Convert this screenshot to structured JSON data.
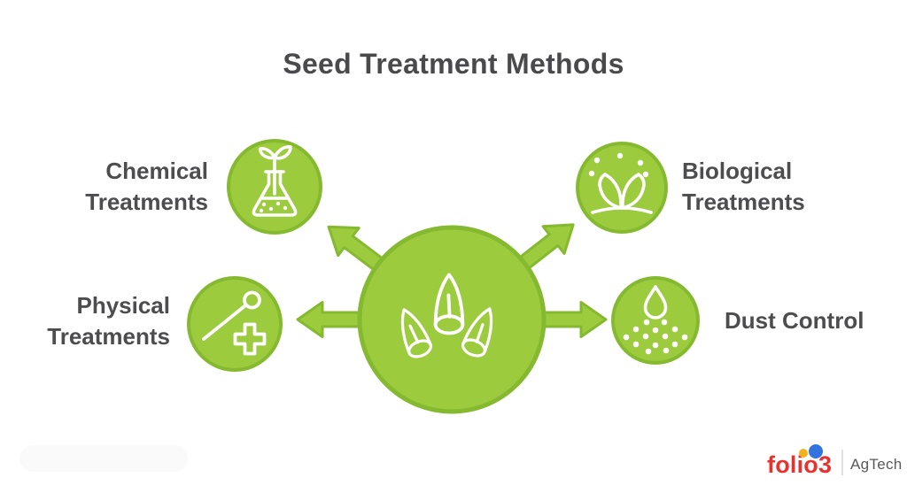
{
  "title": "Seed Treatment Methods",
  "diagram": {
    "center": {
      "icon": "seeds-icon"
    },
    "nodes": {
      "chemical": {
        "line1": "Chemical",
        "line2": "Treatments",
        "icon": "flask-sprout-icon"
      },
      "biological": {
        "line1": "Biological",
        "line2": "Treatments",
        "icon": "leaves-spores-icon"
      },
      "physical": {
        "line1": "Physical",
        "line2": "Treatments",
        "icon": "needle-plus-icon"
      },
      "dust": {
        "line1": "Dust Control",
        "icon": "droplet-dust-icon"
      }
    }
  },
  "logo": {
    "brand": "folio3",
    "unit": "AgTech"
  },
  "colors": {
    "node_fill": "#9CCB3E",
    "node_border": "#85B930",
    "icon_stroke": "#FFFFFF",
    "title_text": "#4A4A4C",
    "label_text": "#4D4D4F",
    "logo_red": "#E8322F",
    "logo_yellow": "#F3B21B",
    "logo_blue": "#3273E0",
    "logo_unit_gray": "#59595B",
    "background": "#FFFFFF"
  }
}
